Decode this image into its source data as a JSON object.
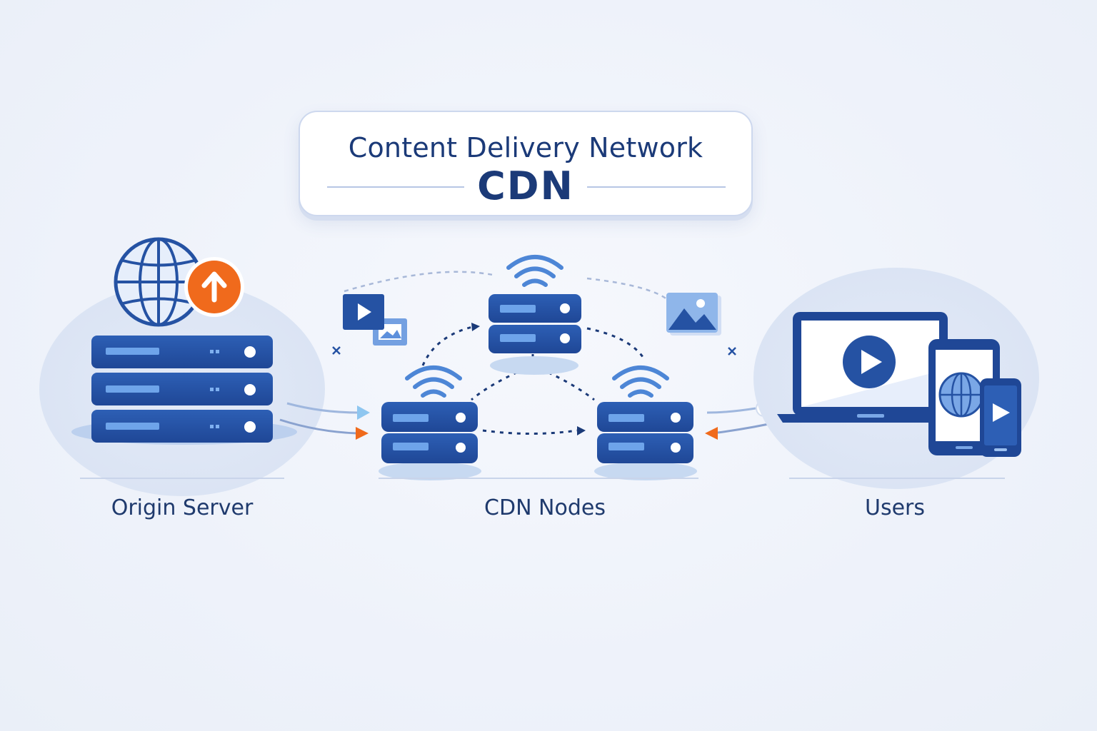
{
  "title": {
    "main": "Content Delivery Network",
    "sub": "CDN"
  },
  "labels": {
    "origin": "Origin Server",
    "nodes": "CDN Nodes",
    "users": "Users"
  },
  "icons": [
    "globe-icon",
    "upload-arrow-icon",
    "video-file-icon",
    "image-file-icon",
    "wifi-icon",
    "server-icon",
    "laptop-icon",
    "tablet-icon",
    "phone-icon",
    "play-icon"
  ],
  "colors": {
    "navy": "#1b3a78",
    "server_blue": "#2552a3",
    "accent_orange": "#f06a1c",
    "light_blue": "#6f9fe0",
    "halo": "#dce6f6"
  }
}
